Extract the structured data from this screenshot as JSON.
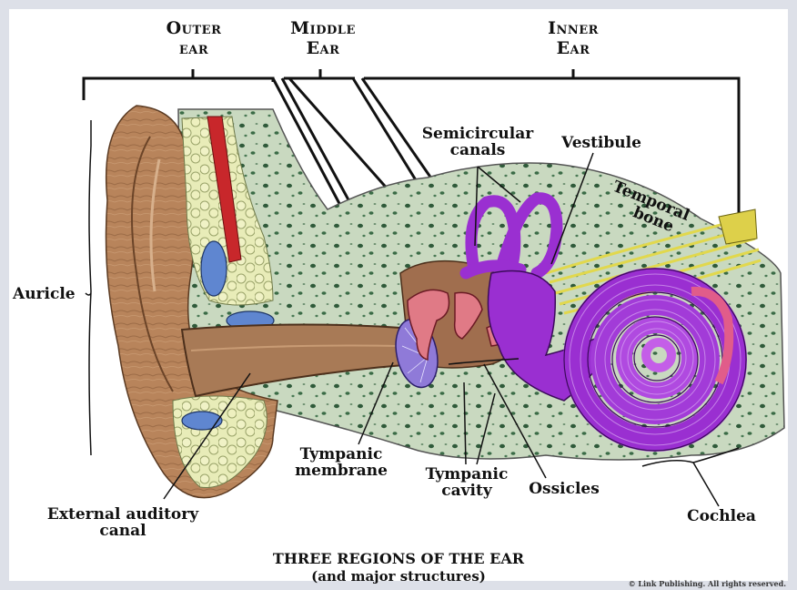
{
  "regions": {
    "outer": [
      "Outer",
      "ear"
    ],
    "middle": [
      "Middle",
      "Ear"
    ],
    "inner": [
      "Inner",
      "Ear"
    ]
  },
  "labels": {
    "semicircular": [
      "Semicircular",
      "canals"
    ],
    "vestibule": "Vestibule",
    "temporal_bone": [
      "Temporal",
      "bone"
    ],
    "auricle": "Auricle",
    "tympanic_membrane": [
      "Tympanic",
      "membrane"
    ],
    "tympanic_cavity": [
      "Tympanic",
      "cavity"
    ],
    "ossicles": "Ossicles",
    "external_canal": [
      "External auditory",
      "canal"
    ],
    "cochlea": "Cochlea"
  },
  "caption": {
    "title": "THREE REGIONS OF THE EAR",
    "subtitle": "(and major structures)"
  },
  "credit": "© Link Publishing. All rights reserved.",
  "colors": {
    "skin": "#b9845c",
    "bone": "#cbd8bd",
    "cochlea": "#9a2fd1",
    "ossicle": "#e07a86",
    "membrane": "#8f7ad8",
    "nerve": "#e7e06a"
  }
}
